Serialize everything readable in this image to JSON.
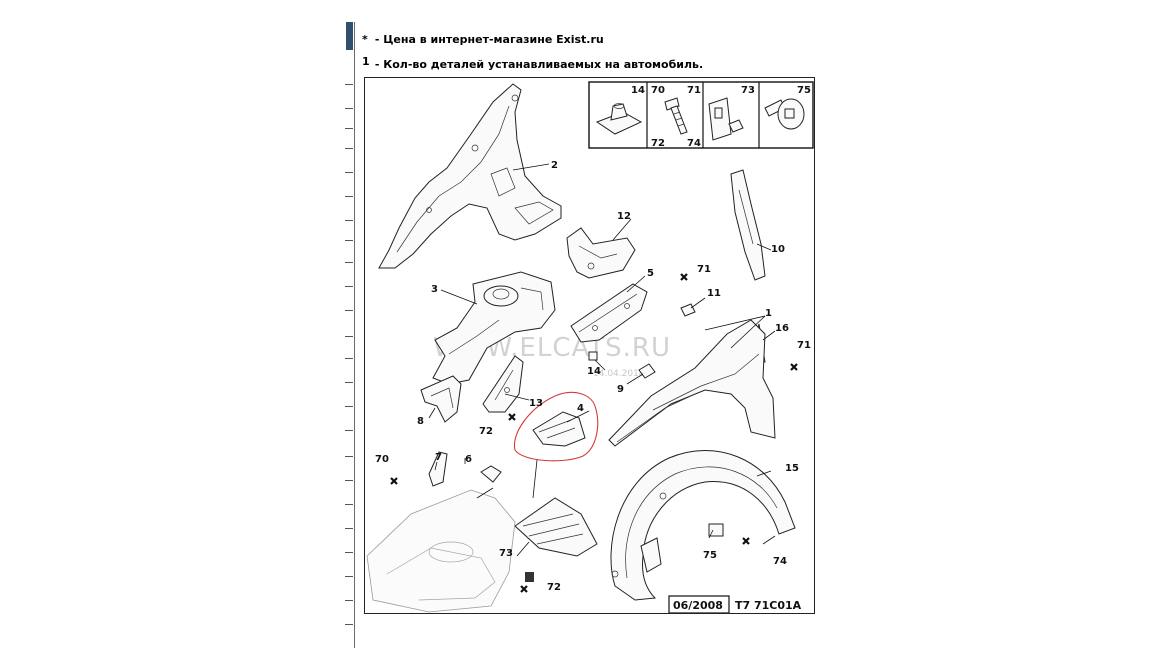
{
  "legend": {
    "line1_symbol": "*",
    "line1_text": " - Цена в интернет-магазине Exist.ru",
    "line2_symbol": "1",
    "line2_text": " - Кол-во деталей устанавливаемых на автомобиль."
  },
  "diagram": {
    "watermark": "WWW.ELCATS.RU",
    "watermark_date": "14.04.2014",
    "date_code": "06/2008",
    "ref_code": "T7 71C01A",
    "inset": {
      "box_14": "14",
      "box_70": "70",
      "box_71": "71",
      "box_72": "72",
      "box_74": "74",
      "box_73": "73",
      "box_75": "75"
    },
    "labels": {
      "p1": "1",
      "p2": "2",
      "p3": "3",
      "p4": "4",
      "p5": "5",
      "p6": "6",
      "p7": "7",
      "p8": "8",
      "p9": "9",
      "p10": "10",
      "p11": "11",
      "p12": "12",
      "p13": "13",
      "p14": "14",
      "p15": "15",
      "p16": "16",
      "p70": "70",
      "p71a": "71",
      "p71b": "71",
      "p72a": "72",
      "p72b": "72",
      "p73": "73",
      "p74": "74",
      "p75": "75"
    }
  }
}
